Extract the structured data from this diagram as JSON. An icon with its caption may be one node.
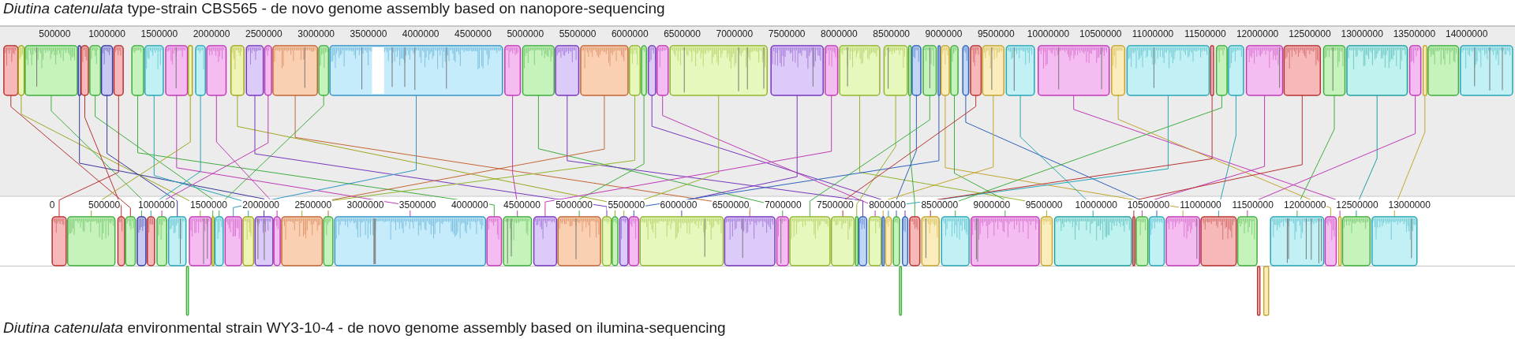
{
  "diagram": {
    "labels": [
      "*Diutina catenulata* type-strain CBS565 - de novo genome assembly based on nanopore-sequencing",
      "500000",
      "1000000",
      "1500000",
      "2000000",
      "2500000",
      "3000000",
      "3500000",
      "4000000",
      "4500000",
      "5000000",
      "5500000",
      "6000000",
      "6500000",
      "7000000",
      "7500000",
      "8000000",
      "8500000",
      "9000000",
      "9500000",
      "10000000",
      "10500000",
      "11000000",
      "11500000",
      "12000000",
      "12500000",
      "13000000",
      "13500000",
      "14000000",
      "0",
      "500000",
      "1000000",
      "1500000",
      "2000000",
      "2500000",
      "3000000",
      "3500000",
      "4000000",
      "4500000",
      "5000000",
      "5500000",
      "6000000",
      "6500000",
      "7000000",
      "7500000",
      "8000000",
      "8500000",
      "9000000",
      "9500000",
      "10000000",
      "10500000",
      "11000000",
      "11500000",
      "12000000",
      "12500000",
      "13000000",
      "*Diutina catenulata* environmental strain WY3-10-4 - de novo genome assembly based on ilumina-sequencing"
    ]
  }
}
